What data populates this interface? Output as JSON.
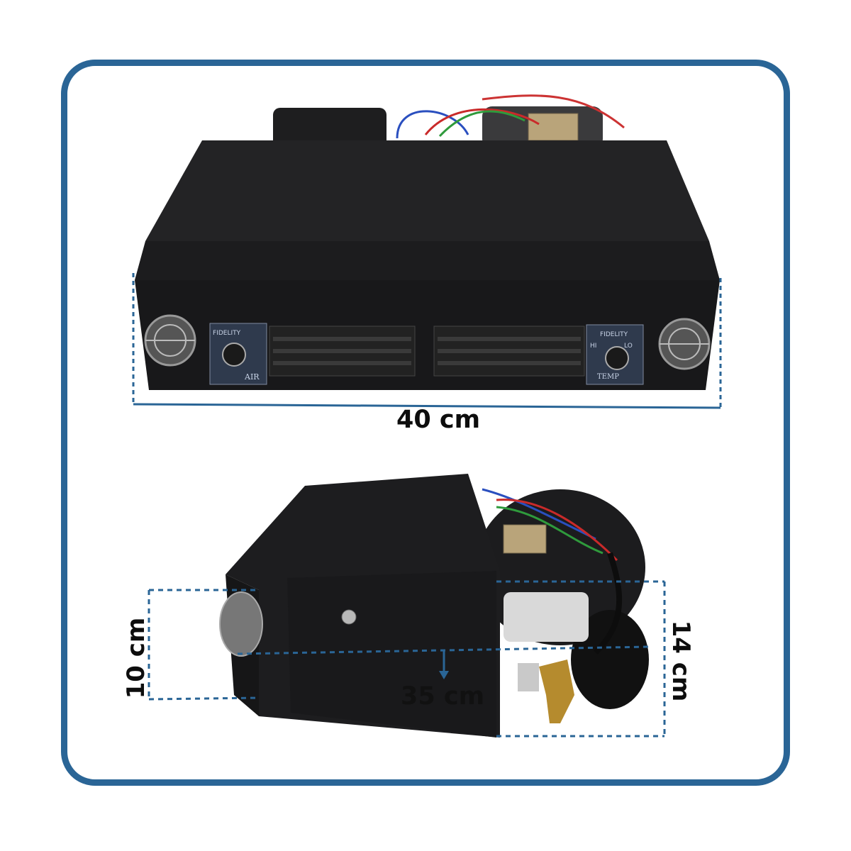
{
  "dimensions": {
    "width_label": "40 cm",
    "depth_label": "35 cm",
    "height_front_label": "10 cm",
    "height_rear_label": "14 cm"
  },
  "unit_front_panel": {
    "left_knob_brand": "FIDELITY",
    "left_knob_text": "AIR",
    "right_knob_brand": "FIDELITY",
    "right_knob_hi": "HI",
    "right_knob_lo": "LO",
    "right_knob_text": "TEMP"
  },
  "colors": {
    "frame_border": "#2a6596",
    "dimension_line": "#2a6596",
    "unit_body": "#1b1b1c"
  }
}
